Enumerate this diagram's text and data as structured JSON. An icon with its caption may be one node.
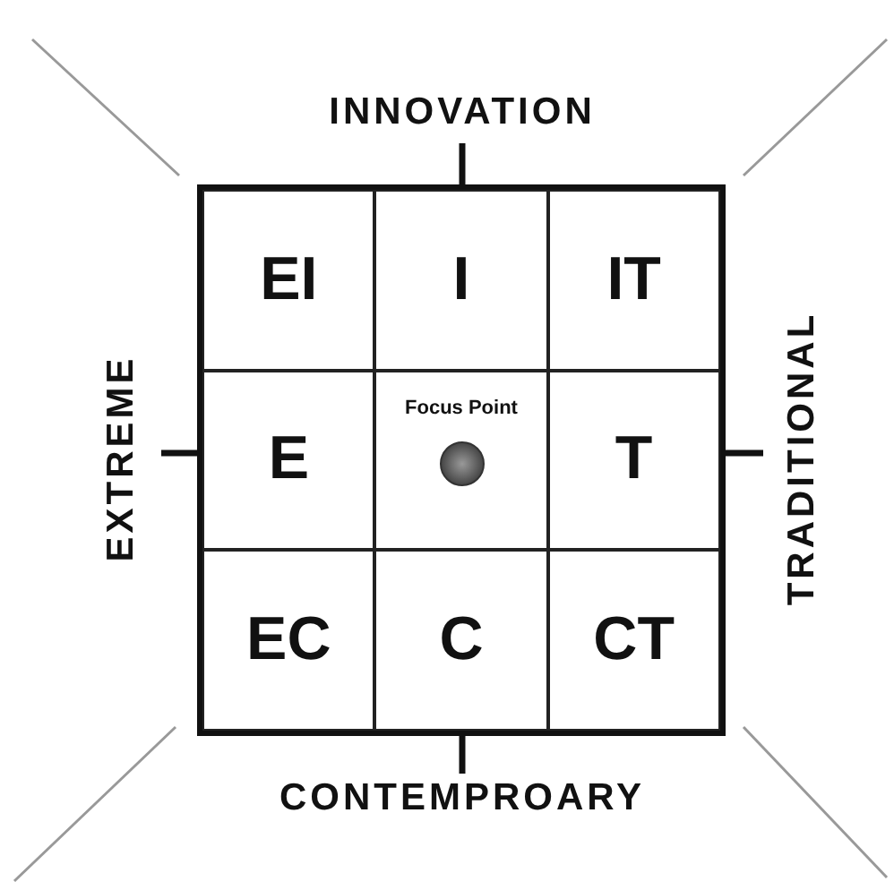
{
  "diagram": {
    "nodes": [
      {
        "text": [],
        "shape": "box"
      },
      {
        "text": [
          "EI"
        ],
        "in": 0
      },
      {
        "text": [
          "I"
        ],
        "in": 0
      },
      {
        "text": [
          "IT"
        ],
        "in": 0
      },
      {
        "text": [
          "E"
        ],
        "in": 0
      },
      {
        "text": [
          "Focus Point"
        ],
        "in": 0
      },
      {
        "text": [
          "T"
        ],
        "in": 0
      },
      {
        "text": [
          "EC"
        ],
        "in": 0
      },
      {
        "text": [
          "C"
        ],
        "in": 0
      },
      {
        "text": [
          "CT"
        ],
        "in": 0
      }
    ],
    "edges": [],
    "labels": [
      "INNOVATION",
      "EXTREME",
      "TRADITIONAL",
      "CONTEMPROARY"
    ]
  }
}
